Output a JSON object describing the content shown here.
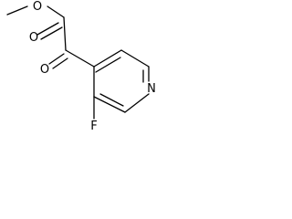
{
  "atoms": {
    "methoxy": "O",
    "ester_carbonyl": "O",
    "keto_carbonyl": "O",
    "ring_nitrogen": "N",
    "fluorine": "F"
  },
  "colors": {
    "bond": "#000000",
    "label": "#000000",
    "background": "#ffffff"
  }
}
